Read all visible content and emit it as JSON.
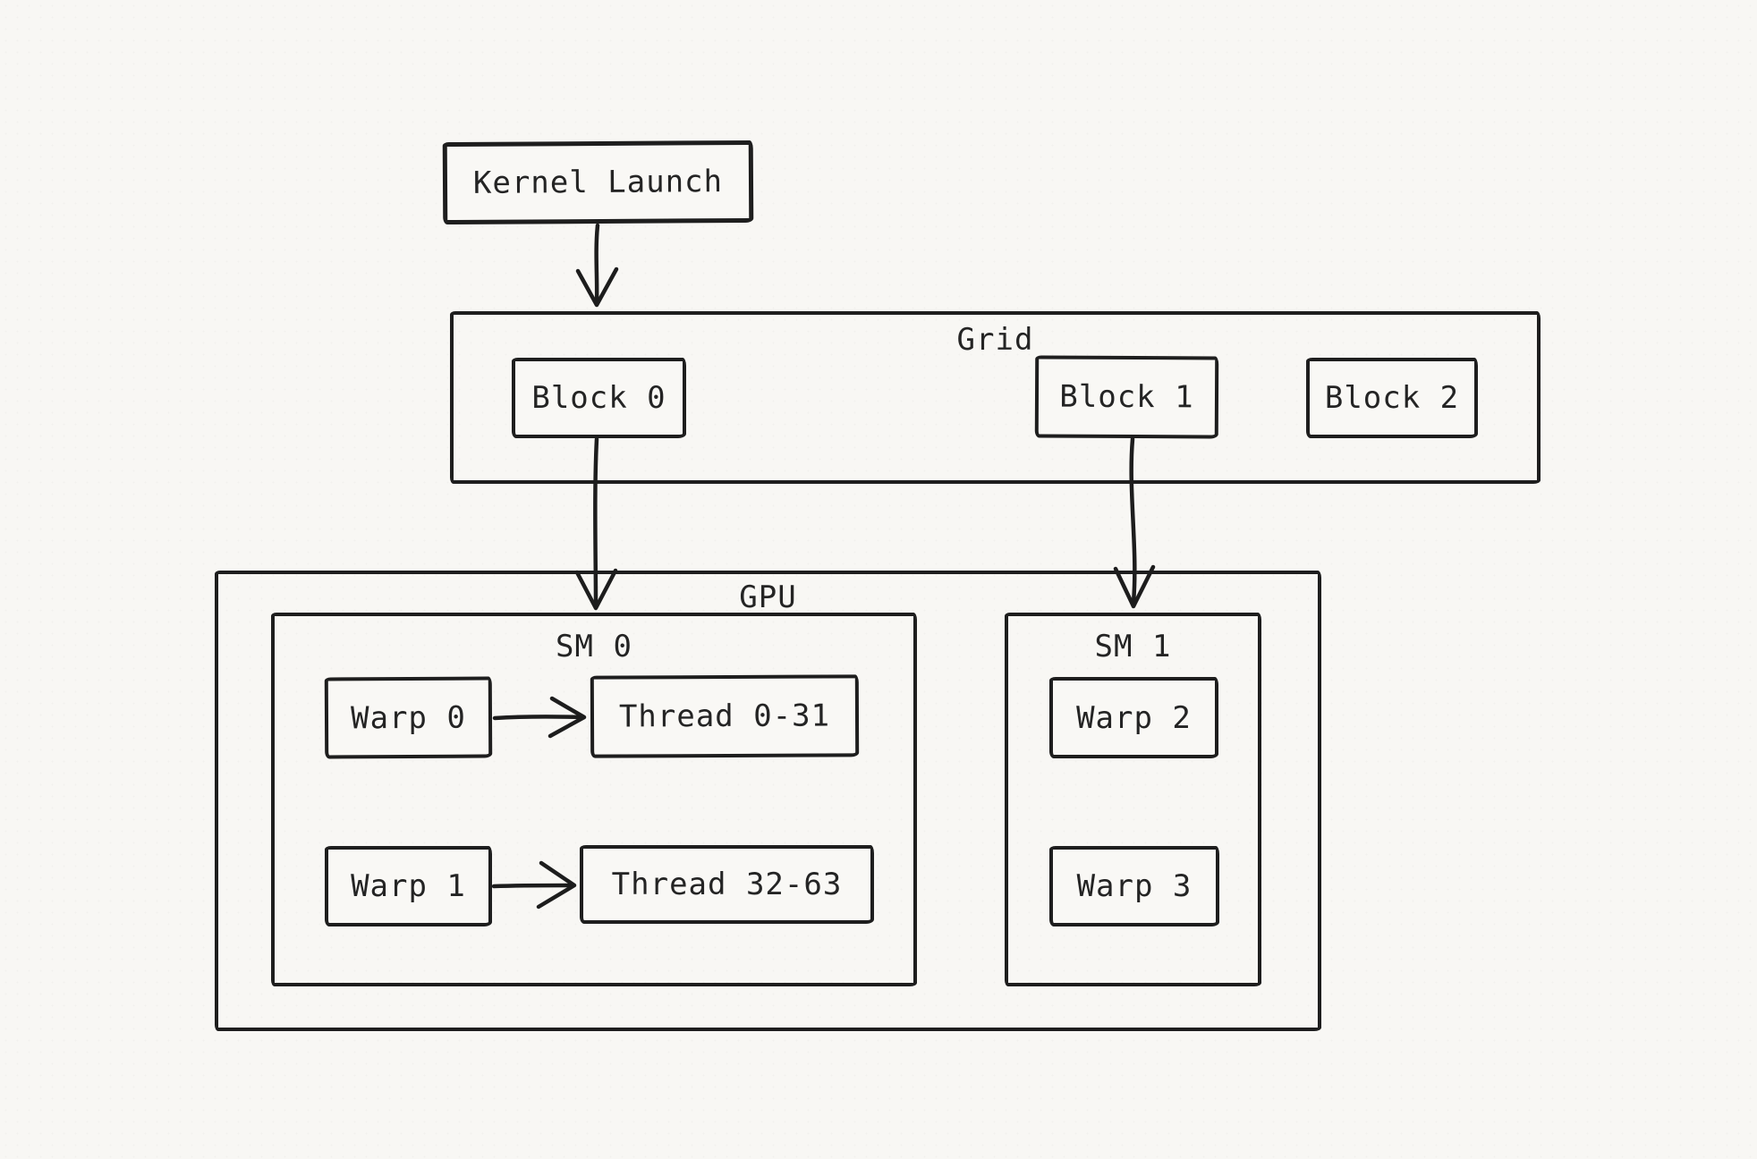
{
  "diagram": {
    "title_hint": "CUDA kernel execution hierarchy",
    "kernel_launch": {
      "label": "Kernel Launch"
    },
    "grid": {
      "label": "Grid",
      "blocks": [
        {
          "label": "Block 0"
        },
        {
          "label": "Block 1"
        },
        {
          "label": "Block 2"
        }
      ]
    },
    "gpu": {
      "label": "GPU",
      "sms": [
        {
          "label": "SM 0",
          "rows": [
            {
              "warp": "Warp 0",
              "threads": "Thread 0-31"
            },
            {
              "warp": "Warp 1",
              "threads": "Thread 32-63"
            }
          ]
        },
        {
          "label": "SM 1",
          "rows": [
            {
              "warp": "Warp 2"
            },
            {
              "warp": "Warp 3"
            }
          ]
        }
      ]
    },
    "arrows": [
      {
        "from": "Kernel Launch",
        "to": "Grid"
      },
      {
        "from": "Block 0",
        "to": "SM 0"
      },
      {
        "from": "Block 1",
        "to": "SM 1"
      },
      {
        "from": "Warp 0",
        "to": "Thread 0-31"
      },
      {
        "from": "Warp 1",
        "to": "Thread 32-63"
      }
    ],
    "colors": {
      "ink": "#1e1e1e",
      "background": "#f8f7f4"
    }
  }
}
